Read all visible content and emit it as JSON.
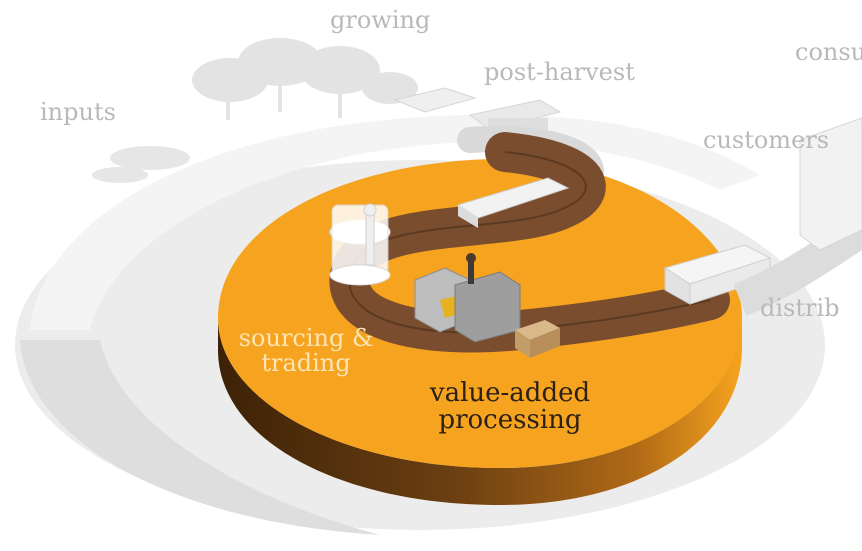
{
  "labels": {
    "growing": "growing",
    "inputs": "inputs",
    "post_harvest": "post-harvest",
    "consumers": "consu",
    "customers": "customers",
    "distribution": "distrib",
    "sourcing_line1": "sourcing &",
    "sourcing_line2": "trading",
    "value_added_line1": "value-added",
    "value_added_line2": "processing"
  },
  "colors": {
    "highlight_stage": "#f6a41f",
    "disk_side": "#6b3f12",
    "road": "#7a4d2e",
    "inactive_stage": "#e8e8e8",
    "inactive_label": "#b9b9b9"
  },
  "highlighted_stage": "value-added processing"
}
